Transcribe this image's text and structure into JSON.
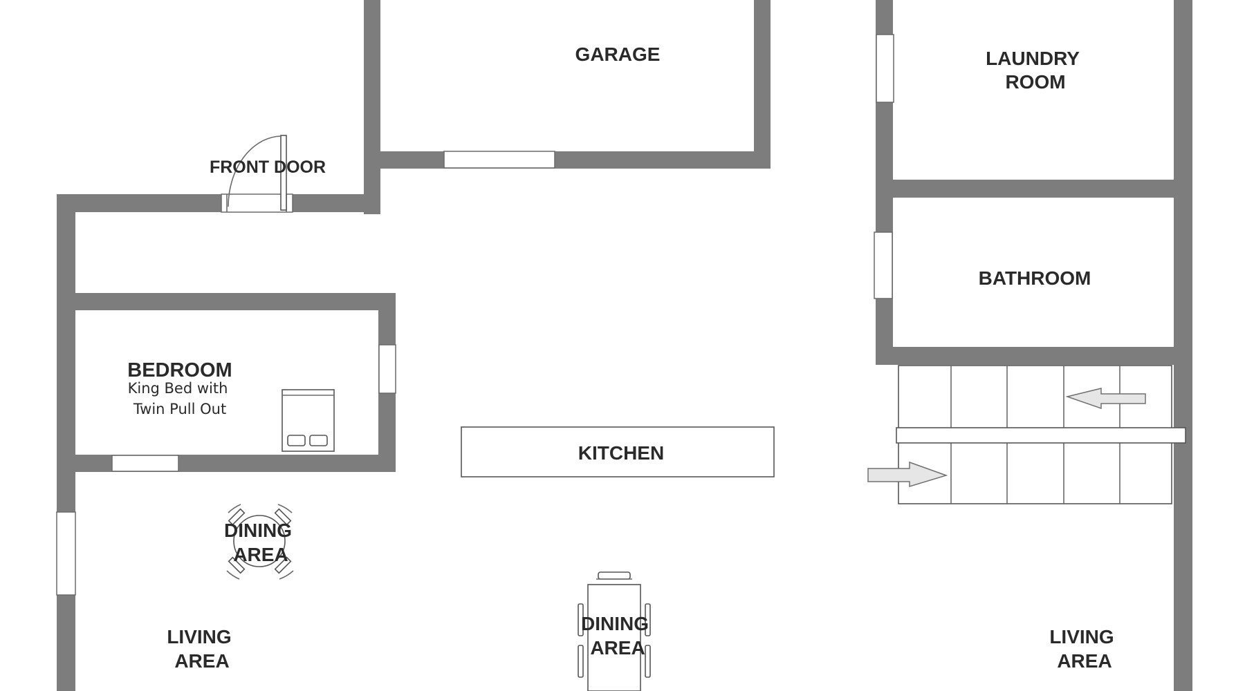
{
  "labels": {
    "garage": "GARAGE",
    "laundry_line1": "LAUNDRY",
    "laundry_line2": "ROOM",
    "front_door": "FRONT DOOR",
    "bathroom": "BATHROOM",
    "bedroom": "BEDROOM",
    "bedroom_note_line1": "King Bed with",
    "bedroom_note_line2": "Twin Pull Out",
    "kitchen": "KITCHEN",
    "dining_left_line1": "DINING",
    "dining_left_line2": "AREA",
    "dining_center_line1": "DINING",
    "dining_center_line2": "AREA",
    "living_left_line1": "LIVING",
    "living_left_line2": "AREA",
    "living_right_line1": "LIVING",
    "living_right_line2": "AREA"
  },
  "colors": {
    "wall": "#7d7d7d",
    "background": "#ffffff",
    "text": "#2a2a2a"
  }
}
